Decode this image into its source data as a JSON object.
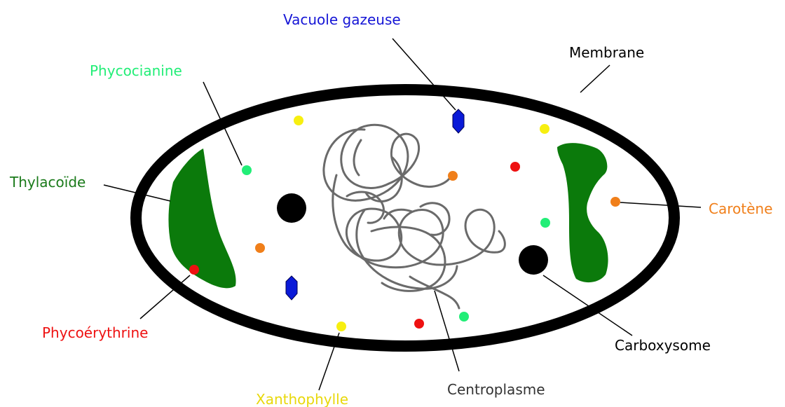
{
  "labels": {
    "vacuole_gazeuse": "Vacuole gazeuse",
    "membrane": "Membrane",
    "phycocianine": "Phycocianine",
    "thylacoide": "Thylacoïde",
    "carotene": "Carotène",
    "phycoerythrine": "Phycoérythrine",
    "carboxysome": "Carboxysome",
    "xanthophylle": "Xanthophylle",
    "centroplasme": "Centroplasme"
  },
  "colors": {
    "membrane": "#000000",
    "thylakoid": "#0b7a0b",
    "gas_vacuole": "#0a1ad8",
    "phycocyanin": "#22ee77",
    "phycoerythrin": "#ee1111",
    "carotene": "#f07f1a",
    "xanthophyll": "#f7ef10",
    "carboxysome": "#000000",
    "centroplasm": "#666666",
    "label_vacuole": "#1515d6",
    "label_phycocianine": "#22ee77",
    "label_thylacoide": "#1a7a1a",
    "label_carotene": "#f07f1a",
    "label_phycoerythrine": "#ee1111",
    "label_xanthophylle": "#e8d80a",
    "label_default": "#000000",
    "label_centroplasme": "#333333"
  }
}
